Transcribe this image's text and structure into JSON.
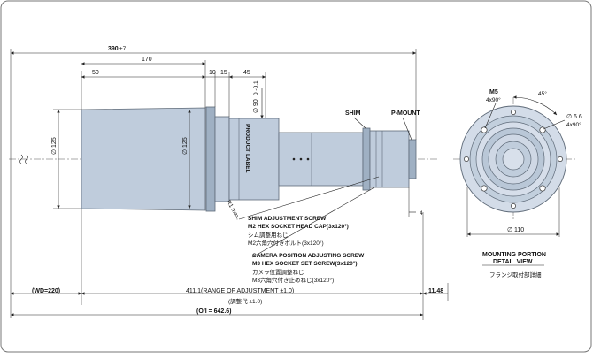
{
  "dimensions": {
    "overall_length": "390",
    "overall_length_suffix": "±7",
    "length_170": "170",
    "length_50": "50",
    "length_10": "10",
    "length_15": "15",
    "length_45": "45",
    "dia_90": "∅ 90",
    "dia_90_tol": "0 -0.1",
    "dia_125_front": "∅ 125",
    "dia_125_body": "∅ 125",
    "radius": "R1 max.",
    "gap_4": "4",
    "wd": "(WD=220)",
    "adjustment_range": "411.1(RANGE OF ADJUSTMENT ±1.0)",
    "adjustment_range_jp": "(調整代 ±1.0)",
    "distance_11_48": "11.48",
    "oi": "(O/I = 642.6)"
  },
  "labels": {
    "product_label": "PRODUCT LABEL",
    "shim": "SHIM",
    "p_mount": "P-MOUNT",
    "shim_screw_title": "SHIM ADJUSTMENT SCREW",
    "shim_screw_spec": "M2 HEX SOCKET HEAD CAP(3x120°)",
    "shim_screw_jp_1": "シム調整用ねじ",
    "shim_screw_jp_2": "M2六角穴付きボルト(3x120°)",
    "cam_screw_title": "CAMERA POSITION ADJUSTING SCREW",
    "cam_screw_spec": "M3 HEX SOCKET SET SCREW(3x120°)",
    "cam_screw_jp_1": "カメラ位置調整ねじ",
    "cam_screw_jp_2": "M3六角穴付き止めねじ(3x120°)"
  },
  "detail_view": {
    "m5": "M5",
    "m5_qty": "4x90°",
    "angle_45": "45°",
    "dia_6_6": "∅ 6.6",
    "dia_6_6_qty": "4x90°",
    "dia_110": "∅ 110",
    "title_1": "MOUNTING PORTION",
    "title_2": "DETAIL VIEW",
    "title_jp": "フランジ取付部詳細"
  }
}
